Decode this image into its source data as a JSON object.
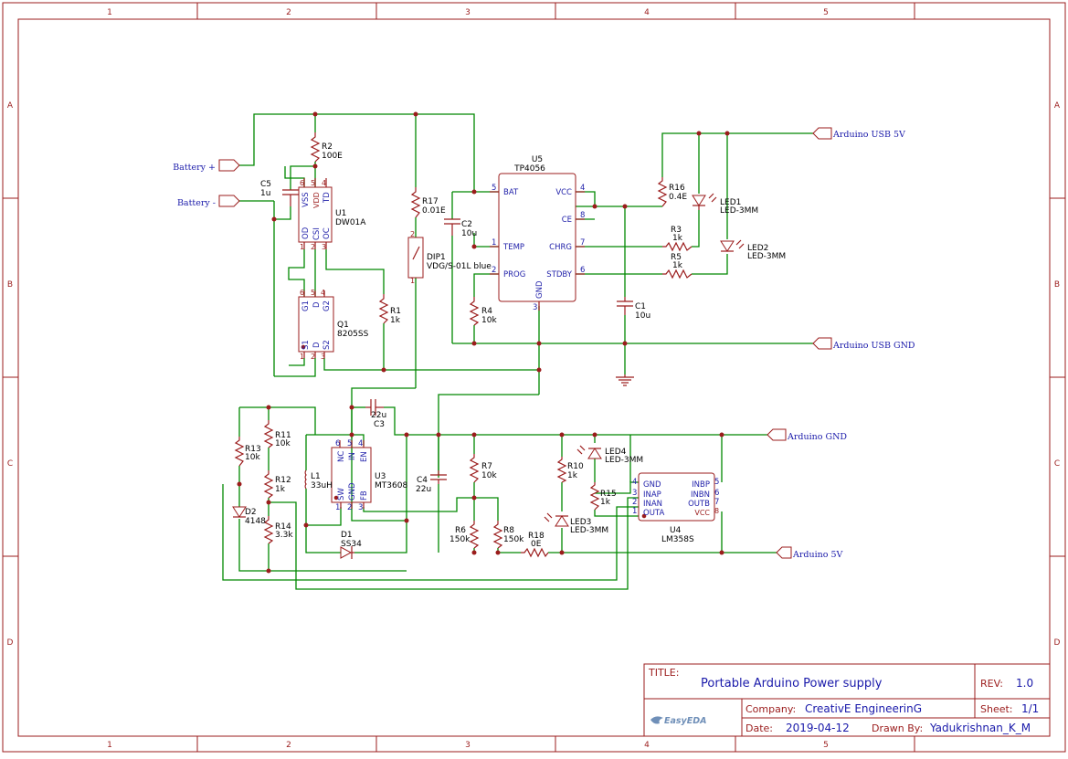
{
  "schematic": {
    "columns": [
      "1",
      "2",
      "3",
      "4",
      "5"
    ],
    "rows": [
      "A",
      "B",
      "C",
      "D"
    ],
    "title_block": {
      "title_label": "TITLE:",
      "title": "Portable Arduino Power supply",
      "rev_label": "REV:",
      "rev": "1.0",
      "company_label": "Company:",
      "company": "CreativE EngineerinG",
      "sheet_label": "Sheet:",
      "sheet": "1/1",
      "date_label": "Date:",
      "date": "2019-04-12",
      "drawn_label": "Drawn By:",
      "drawn_by": "Yadukrishnan_K_M",
      "logo": "EasyEDA"
    },
    "net_ports": {
      "battery_plus": "Battery +",
      "battery_minus": "Battery -",
      "usb5v": "Arduino USB 5V",
      "usbgnd": "Arduino USB GND",
      "arduino_gnd": "Arduino GND",
      "arduino_5v": "Arduino 5V"
    },
    "components": {
      "r2": {
        "ref": "R2",
        "val": "100E"
      },
      "c5": {
        "ref": "C5",
        "val": "1u"
      },
      "u1": {
        "ref": "U1",
        "val": "DW01A",
        "pins": {
          "vss": "VSS",
          "vdd": "VDD",
          "td": "TD",
          "od": "OD",
          "csi": "CSI",
          "oc": "OC",
          "p6": "6",
          "p5": "5",
          "p4": "4",
          "p1": "1",
          "p2": "2",
          "p3": "3"
        }
      },
      "q1": {
        "ref": "Q1",
        "val": "8205SS",
        "pins": {
          "g1": "G1",
          "d": "D",
          "g2": "G2",
          "s1": "S1",
          "s2": "S2",
          "p6": "6",
          "p5": "5",
          "p4": "4",
          "p1": "1",
          "p2": "2",
          "p3": "3"
        }
      },
      "r1": {
        "ref": "R1",
        "val": "1k"
      },
      "r17": {
        "ref": "R17",
        "val": "0.01E"
      },
      "dip1": {
        "ref": "DIP1",
        "val": "VDG/S-01L blue",
        "p1": "1",
        "p2": "2"
      },
      "c2": {
        "ref": "C2",
        "val": "10u"
      },
      "r4": {
        "ref": "R4",
        "val": "10k"
      },
      "u5": {
        "ref": "U5",
        "val": "TP4056",
        "pins": {
          "bat": "BAT",
          "temp": "TEMP",
          "prog": "PROG",
          "gnd": "GND",
          "vcc": "VCC",
          "ce": "CE",
          "chrg": "CHRG",
          "stdby": "STDBY",
          "p5": "5",
          "p1": "1",
          "p2": "2",
          "p3": "3",
          "p4": "4",
          "p8": "8",
          "p7": "7",
          "p6": "6"
        }
      },
      "r16": {
        "ref": "R16",
        "val": "0.4E"
      },
      "led1": {
        "ref": "LED1",
        "val": "LED-3MM"
      },
      "led2": {
        "ref": "LED2",
        "val": "LED-3MM"
      },
      "r3": {
        "ref": "R3",
        "val": "1k"
      },
      "r5": {
        "ref": "R5",
        "val": "1k"
      },
      "c1": {
        "ref": "C1",
        "val": "10u"
      },
      "c3": {
        "ref": "C3",
        "val": "22u"
      },
      "r11": {
        "ref": "R11",
        "val": "10k"
      },
      "r13": {
        "ref": "R13",
        "val": "10k"
      },
      "r12": {
        "ref": "R12",
        "val": "1k"
      },
      "r14": {
        "ref": "R14",
        "val": "3.3k"
      },
      "d2": {
        "ref": "D2",
        "val": "4148"
      },
      "l1": {
        "ref": "L1",
        "val": "33uH"
      },
      "u3": {
        "ref": "U3",
        "val": "MT3608",
        "pins": {
          "nc": "NC",
          "in": "IN",
          "en": "EN",
          "sw": "SW",
          "gnd": "GND",
          "fb": "FB",
          "p6": "6",
          "p5": "5",
          "p4": "4",
          "p1": "1",
          "p2": "2",
          "p3": "3"
        }
      },
      "d1": {
        "ref": "D1",
        "val": "SS34"
      },
      "c4": {
        "ref": "C4",
        "val": "22u"
      },
      "r7": {
        "ref": "R7",
        "val": "10k"
      },
      "r6": {
        "ref": "R6",
        "val": "150k"
      },
      "r8": {
        "ref": "R8",
        "val": "150k"
      },
      "r18": {
        "ref": "R18",
        "val": "0E"
      },
      "r10": {
        "ref": "R10",
        "val": "1k"
      },
      "led3": {
        "ref": "LED3",
        "val": "LED-3MM"
      },
      "led4": {
        "ref": "LED4",
        "val": "LED-3MM"
      },
      "r15": {
        "ref": "R15",
        "val": "1k"
      },
      "u4": {
        "ref": "U4",
        "val": "LM358S",
        "pins": {
          "gnd": "GND",
          "inap": "INAP",
          "inan": "INAN",
          "outa": "OUTA",
          "inbp": "INBP",
          "inbn": "INBN",
          "outb": "OUTB",
          "vcc": "VCC",
          "p4": "4",
          "p3": "3",
          "p2": "2",
          "p1": "1",
          "p5": "5",
          "p6": "6",
          "p7": "7",
          "p8": "8"
        }
      }
    }
  },
  "colors": {
    "wire": "#008800",
    "component": "#9b1c1c",
    "pin_name": "#2222aa",
    "net_label": "#1a1aaa"
  }
}
